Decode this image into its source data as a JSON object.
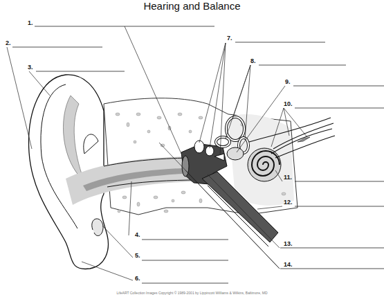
{
  "diagram": {
    "title": "Hearing and Balance",
    "labels": [
      "1.",
      "2.",
      "3.",
      "4.",
      "5.",
      "6.",
      "7.",
      "8.",
      "9.",
      "10.",
      "11.",
      "12.",
      "13.",
      "14.",
      "LifeART Collection Images Copyright © 1989-2001 by Lippincott Williams & Wilkins, Baltimore, MD"
    ]
  }
}
